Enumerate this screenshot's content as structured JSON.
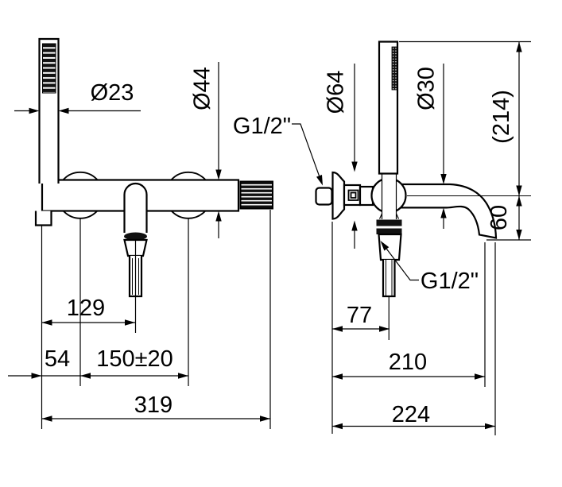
{
  "colors": {
    "line": "#000000",
    "background": "#ffffff"
  },
  "views": {
    "front": {
      "handshower_diameter": "Ø23",
      "body_diameter": "Ø44",
      "spout_center_from_left": "129",
      "left_offset": "54",
      "inlet_spacing": "150±20",
      "overall_width": "319"
    },
    "side": {
      "inlet_thread": "G1/2\"",
      "escutcheon_diameter": "Ø64",
      "spout_diameter": "Ø30",
      "overall_height": "(214)",
      "spout_drop": "60",
      "inlet_to_axis": "77",
      "spout_reach": "210",
      "overall_depth": "224",
      "outlet_thread": "G1/2\""
    }
  }
}
